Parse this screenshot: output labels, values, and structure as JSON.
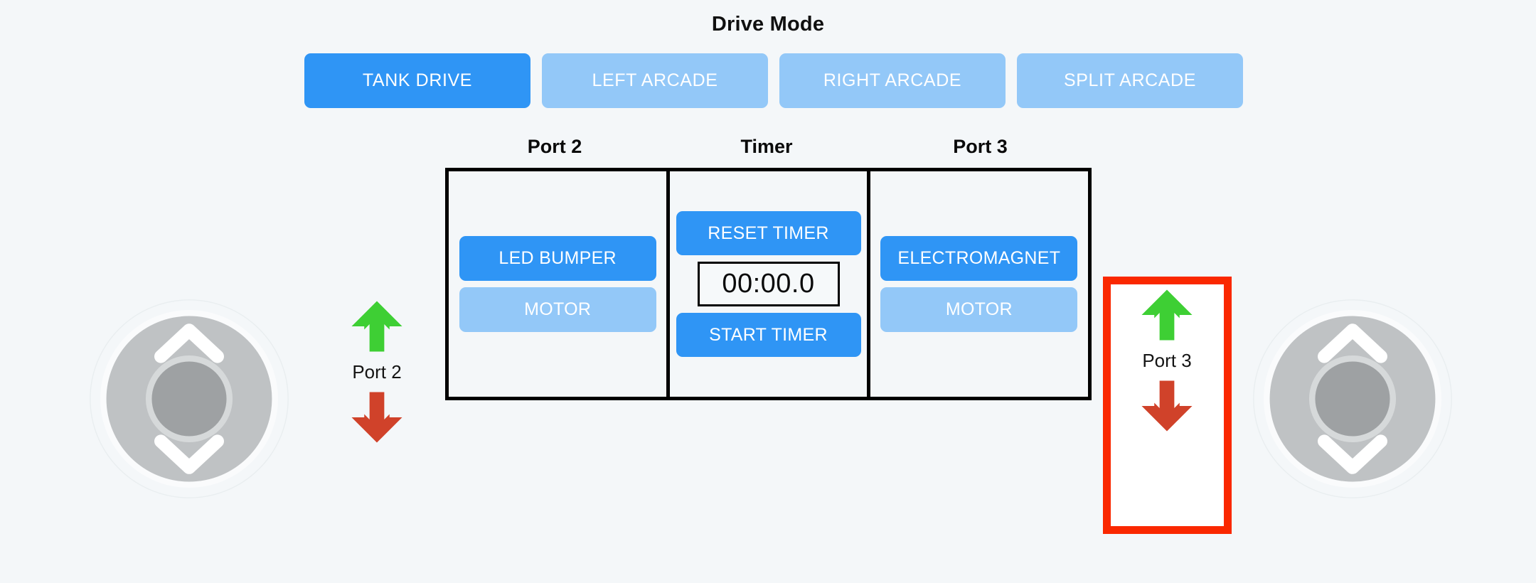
{
  "page": {
    "background_color": "#f4f7f9",
    "accent_blue": "#2f95f5",
    "inactive_blue": "#93c8f8",
    "arrow_up_color": "#3ecf34",
    "arrow_down_color": "#d0422a",
    "highlight_color": "#fa2800"
  },
  "drive_mode": {
    "title": "Drive Mode",
    "modes": [
      {
        "label": "TANK DRIVE",
        "selected": true
      },
      {
        "label": "LEFT ARCADE",
        "selected": false
      },
      {
        "label": "RIGHT ARCADE",
        "selected": false
      },
      {
        "label": "SPLIT ARCADE",
        "selected": false
      }
    ]
  },
  "panel": {
    "columns": [
      {
        "header": "Port 2",
        "buttons": [
          {
            "label": "LED BUMPER",
            "active": true
          },
          {
            "label": "MOTOR",
            "active": false
          }
        ]
      },
      {
        "header": "Timer",
        "reset_label": "RESET TIMER",
        "display_value": "00:00.0",
        "start_label": "START TIMER"
      },
      {
        "header": "Port 3",
        "buttons": [
          {
            "label": "ELECTROMAGNET",
            "active": true
          },
          {
            "label": "MOTOR",
            "active": false
          }
        ]
      }
    ]
  },
  "port_controls": [
    {
      "label": "Port 2",
      "up_icon": "arrow-up-icon",
      "down_icon": "arrow-down-icon",
      "highlighted": false
    },
    {
      "label": "Port 3",
      "up_icon": "arrow-up-icon",
      "down_icon": "arrow-down-icon",
      "highlighted": true
    }
  ],
  "joysticks": [
    {
      "side": "left",
      "icon": "joystick-control"
    },
    {
      "side": "right",
      "icon": "joystick-control"
    }
  ]
}
